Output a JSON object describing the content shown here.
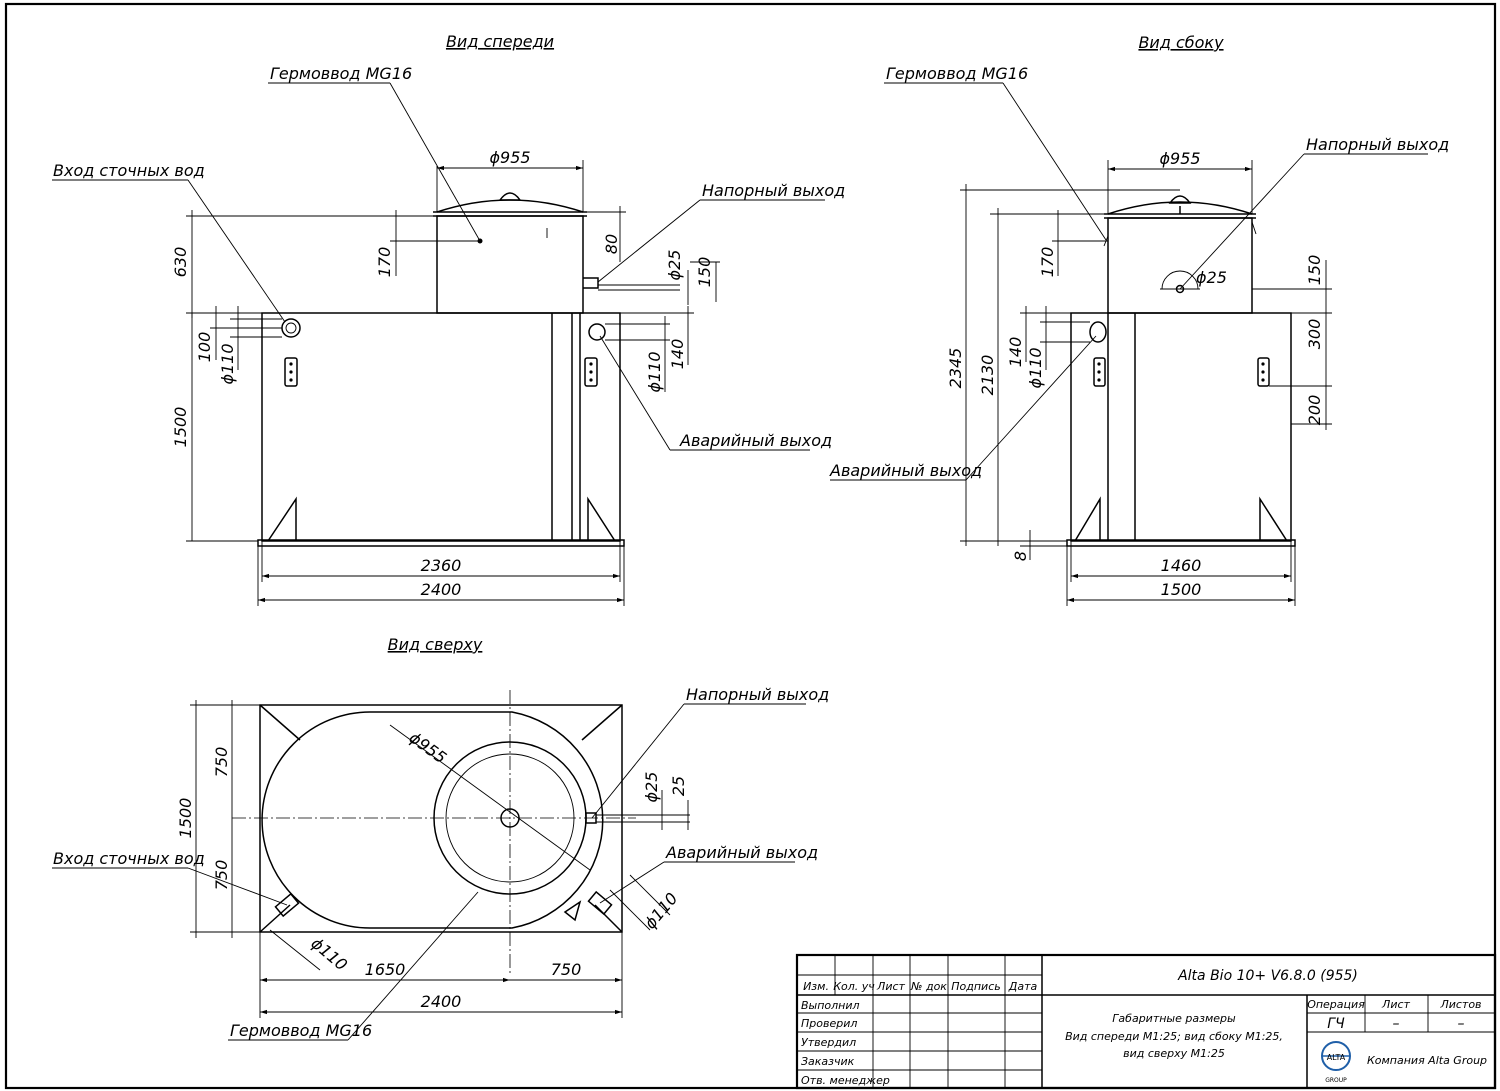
{
  "views": {
    "front": {
      "title": "Вид спереди",
      "labels": {
        "gland": "Гермоввод MG16",
        "inlet": "Вход сточных вод",
        "pressure_out": "Напорный выход",
        "emergency_out": "Аварийный выход"
      },
      "dims": {
        "diam_lid": "ϕ955",
        "h630": "630",
        "h170": "170",
        "h80": "80",
        "d25": "ϕ25",
        "h150": "150",
        "h100": "100",
        "d110_in": "ϕ110",
        "d110_em": "ϕ110",
        "h140": "140",
        "h1500": "1500",
        "w2360": "2360",
        "w2400": "2400"
      }
    },
    "side": {
      "title": "Вид сбоку",
      "labels": {
        "gland": "Гермоввод MG16",
        "pressure_out": "Напорный выход",
        "emergency_out": "Аварийный выход"
      },
      "dims": {
        "diam_lid": "ϕ955",
        "h170": "170",
        "d25": "ϕ25",
        "h150": "150",
        "h300": "300",
        "h200": "200",
        "h2345": "2345",
        "h2130": "2130",
        "h140": "140",
        "d110": "ϕ110",
        "h8": "8",
        "w1460": "1460",
        "w1500": "1500"
      }
    },
    "top": {
      "title": "Вид сверху",
      "labels": {
        "pressure_out": "Напорный выход",
        "inlet": "Вход сточных вод",
        "emergency_out": "Аварийный выход",
        "gland": "Гермоввод MG16"
      },
      "dims": {
        "diam_lid": "ϕ955",
        "h750a": "750",
        "h750b": "750",
        "h1500": "1500",
        "d25": "ϕ25",
        "h25": "25",
        "d110_em": "ϕ110",
        "d110_in": "ϕ110",
        "w1650": "1650",
        "w750": "750",
        "w2400": "2400"
      }
    }
  },
  "title_block": {
    "header": [
      "Изм.",
      "Кол. уч",
      "Лист",
      "№ док",
      "Подпись",
      "Дата"
    ],
    "roles": [
      "Выполнил",
      "Проверил",
      "Утвердил",
      "Заказчик",
      "Отв. менеджер"
    ],
    "doc_name": "Alta Bio 10+ V6.8.0 (955)",
    "description": [
      "Габаритные размеры",
      "Вид спереди М1:25; вид сбоку М1:25,",
      "вид сверху М1:25"
    ],
    "col_operation": "Операция",
    "col_sheet": "Лист",
    "col_sheets": "Листов",
    "operation_val": "ГЧ",
    "sheet_val": "–",
    "sheets_val": "–",
    "company": "Компания Alta Group",
    "logo_text": "ALTA",
    "logo_sub": "GROUP"
  }
}
